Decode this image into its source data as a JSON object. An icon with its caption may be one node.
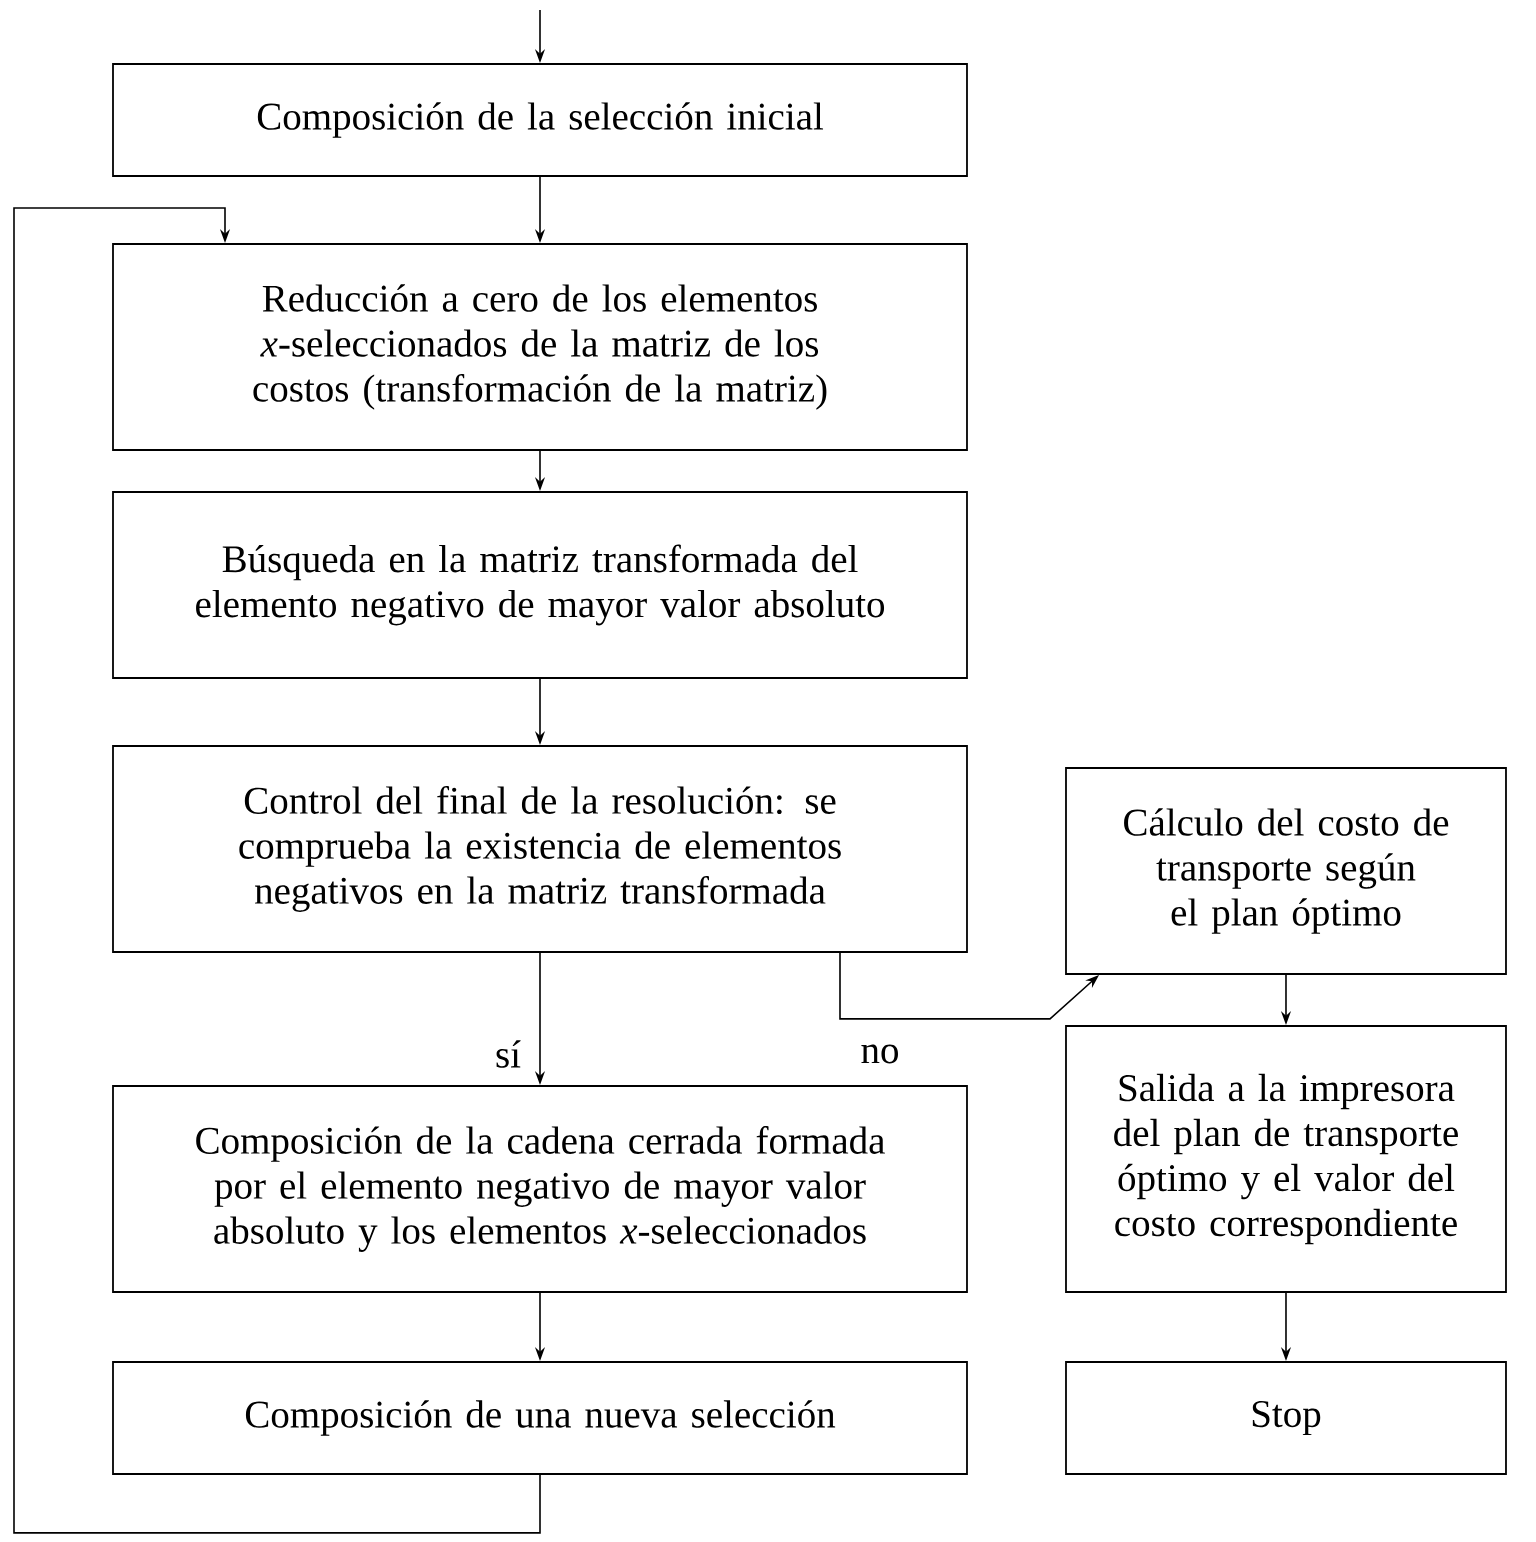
{
  "diagram": {
    "nodes": [
      {
        "text": [
          "Composición de la selección inicial"
        ]
      },
      {
        "text": [
          "Reducción a cero de los elementos *x*-seleccionados de la matriz de los costos (transformación de la matriz)"
        ]
      },
      {
        "text": [
          "Búsqueda en la matriz transformada del elemento negativo de mayor valor absoluto"
        ]
      },
      {
        "text": [
          "Control del final de la resolución: se comprueba la existencia de elementos negativos en la matriz transformada"
        ]
      },
      {
        "text": [
          "Composición de la cadena cerrada formada por el elemento negativo de mayor valor absoluto y los elementos *x*-seleccionados"
        ]
      },
      {
        "text": [
          "Cálculo del costo de transporte según el plan óptimo"
        ]
      },
      {
        "text": [
          "Composición de una nueva selección"
        ]
      },
      {
        "text": [
          "Salida a la impresora del plan de transporte óptimo y el valor del costo correspondiente"
        ]
      },
      {
        "text": [
          "Stop"
        ]
      }
    ],
    "edges": [
      {
        "from": null,
        "to": 0,
        "arrow": "to"
      },
      {
        "from": 0,
        "to": 1,
        "arrow": "to"
      },
      {
        "from": 1,
        "to": 2,
        "arrow": "to"
      },
      {
        "from": 2,
        "to": 3,
        "arrow": "to"
      },
      {
        "from": 3,
        "to": 4,
        "arrow": "to",
        "label": "sí"
      },
      {
        "from": 3,
        "to": 5,
        "arrow": "to",
        "label": "no"
      },
      {
        "from": 4,
        "to": 6,
        "arrow": "to"
      },
      {
        "from": 6,
        "to": 1,
        "arrow": "to"
      },
      {
        "from": 5,
        "to": 7,
        "arrow": "to"
      },
      {
        "from": 7,
        "to": 8,
        "arrow": "to"
      }
    ]
  }
}
